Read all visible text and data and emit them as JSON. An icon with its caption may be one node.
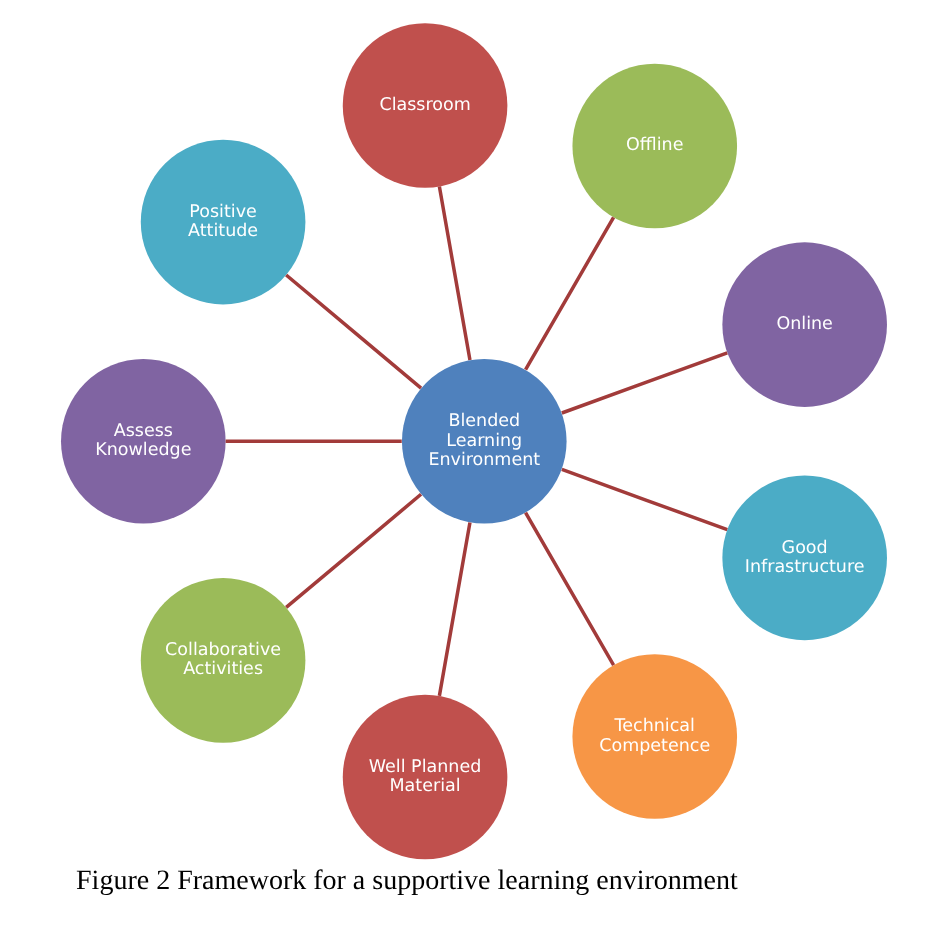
{
  "diagram": {
    "caption": "Figure 2 Framework for a supportive learning environment",
    "nodes": [
      {
        "text": [
          "Blended Learning Environment"
        ]
      },
      {
        "text": [
          "Classroom"
        ]
      },
      {
        "text": [
          "Offline"
        ]
      },
      {
        "text": [
          "Online"
        ]
      },
      {
        "text": [
          "Good Infrastructure"
        ]
      },
      {
        "text": [
          "Technical Competence"
        ]
      },
      {
        "text": [
          "Well Planned Material"
        ]
      },
      {
        "text": [
          "Collaborative Activities"
        ]
      },
      {
        "text": [
          "Assess Knowledge"
        ]
      },
      {
        "text": [
          "Positive Attitude"
        ]
      }
    ],
    "edges": [
      {
        "from": 0,
        "to": 1,
        "arrow": "none"
      },
      {
        "from": 0,
        "to": 2,
        "arrow": "none"
      },
      {
        "from": 0,
        "to": 3,
        "arrow": "none"
      },
      {
        "from": 0,
        "to": 4,
        "arrow": "none"
      },
      {
        "from": 0,
        "to": 5,
        "arrow": "none"
      },
      {
        "from": 0,
        "to": 6,
        "arrow": "none"
      },
      {
        "from": 0,
        "to": 7,
        "arrow": "none"
      },
      {
        "from": 0,
        "to": 8,
        "arrow": "none"
      },
      {
        "from": 0,
        "to": 9,
        "arrow": "none"
      }
    ]
  }
}
